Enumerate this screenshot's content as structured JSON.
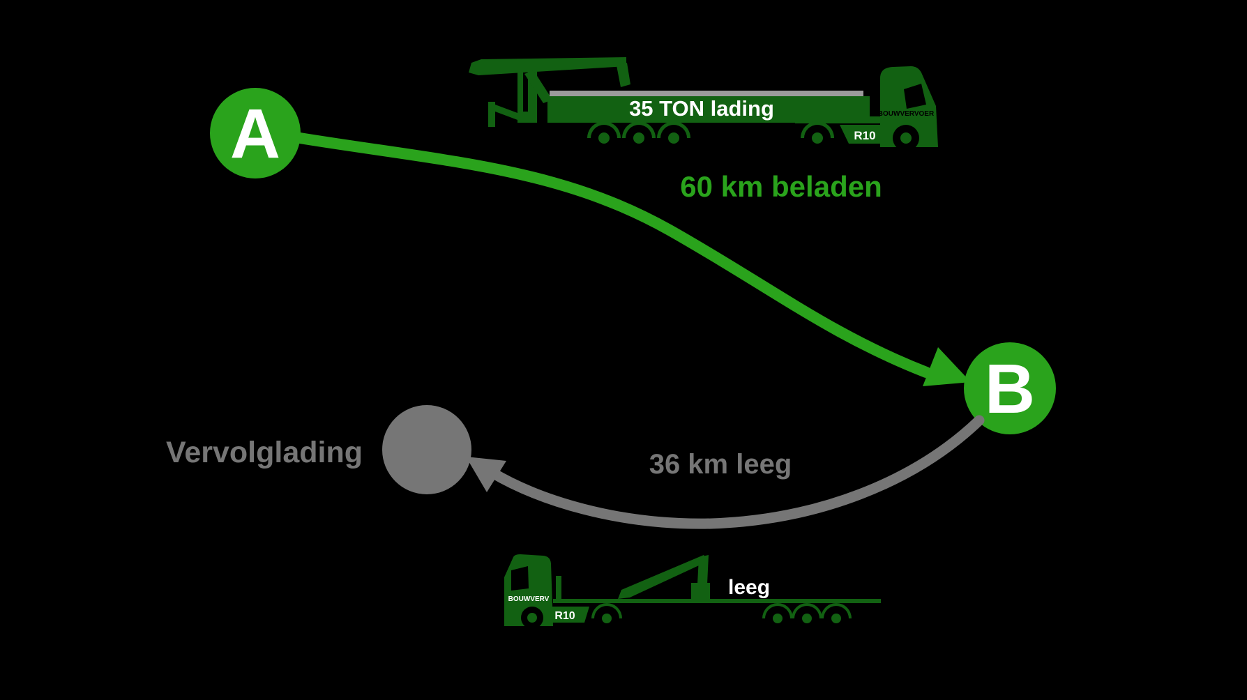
{
  "colors": {
    "background": "#000000",
    "route_green": "#2AA31C",
    "truck_green": "#126112",
    "gray": "#767676",
    "trailer_top_gray": "#9B9B9B",
    "text_white": "#FFFFFF"
  },
  "nodes": {
    "a": {
      "label": "A"
    },
    "b": {
      "label": "B"
    },
    "followup": {
      "label": "Vervolglading"
    }
  },
  "routes": {
    "loaded": {
      "label": "60 km beladen"
    },
    "empty": {
      "label": "36 km leeg"
    }
  },
  "trucks": {
    "loaded": {
      "cargo_label": "35 TON lading",
      "plate": "R10",
      "brand": "BOUWVERVOER"
    },
    "empty": {
      "cargo_label": "leeg",
      "plate": "R10",
      "brand": "BOUWVERV"
    }
  }
}
